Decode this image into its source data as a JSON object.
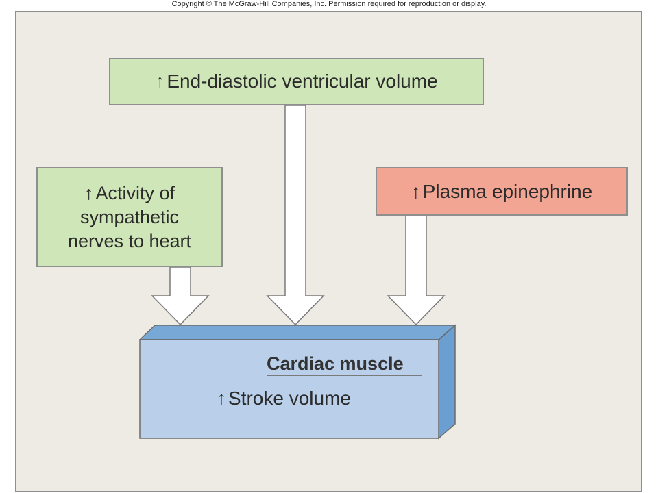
{
  "copyright": "Copyright © The McGraw-Hill Companies, Inc. Permission required for reproduction or display.",
  "arrow_symbol": "🠕",
  "nodes": {
    "edv": {
      "label": "End-diastolic ventricular volume",
      "indicator": "↑"
    },
    "sympathetic": {
      "label_lines": [
        "Activity of",
        "sympathetic",
        "nerves to heart"
      ],
      "indicator": "↑"
    },
    "epinephrine": {
      "label": "Plasma epinephrine",
      "indicator": "↑"
    },
    "muscle": {
      "title": "Cardiac muscle",
      "effect": "Stroke volume",
      "indicator": "↑"
    }
  },
  "colors": {
    "green_box": "#cfe6b8",
    "salmon_box": "#f2a593",
    "muscle_front": "#b9cfea",
    "muscle_top": "#78a8d6",
    "muscle_side": "#6b9fd2",
    "background": "#eeebe4"
  },
  "edges": [
    {
      "from": "sympathetic",
      "to": "muscle"
    },
    {
      "from": "edv",
      "to": "muscle"
    },
    {
      "from": "epinephrine",
      "to": "muscle"
    }
  ]
}
